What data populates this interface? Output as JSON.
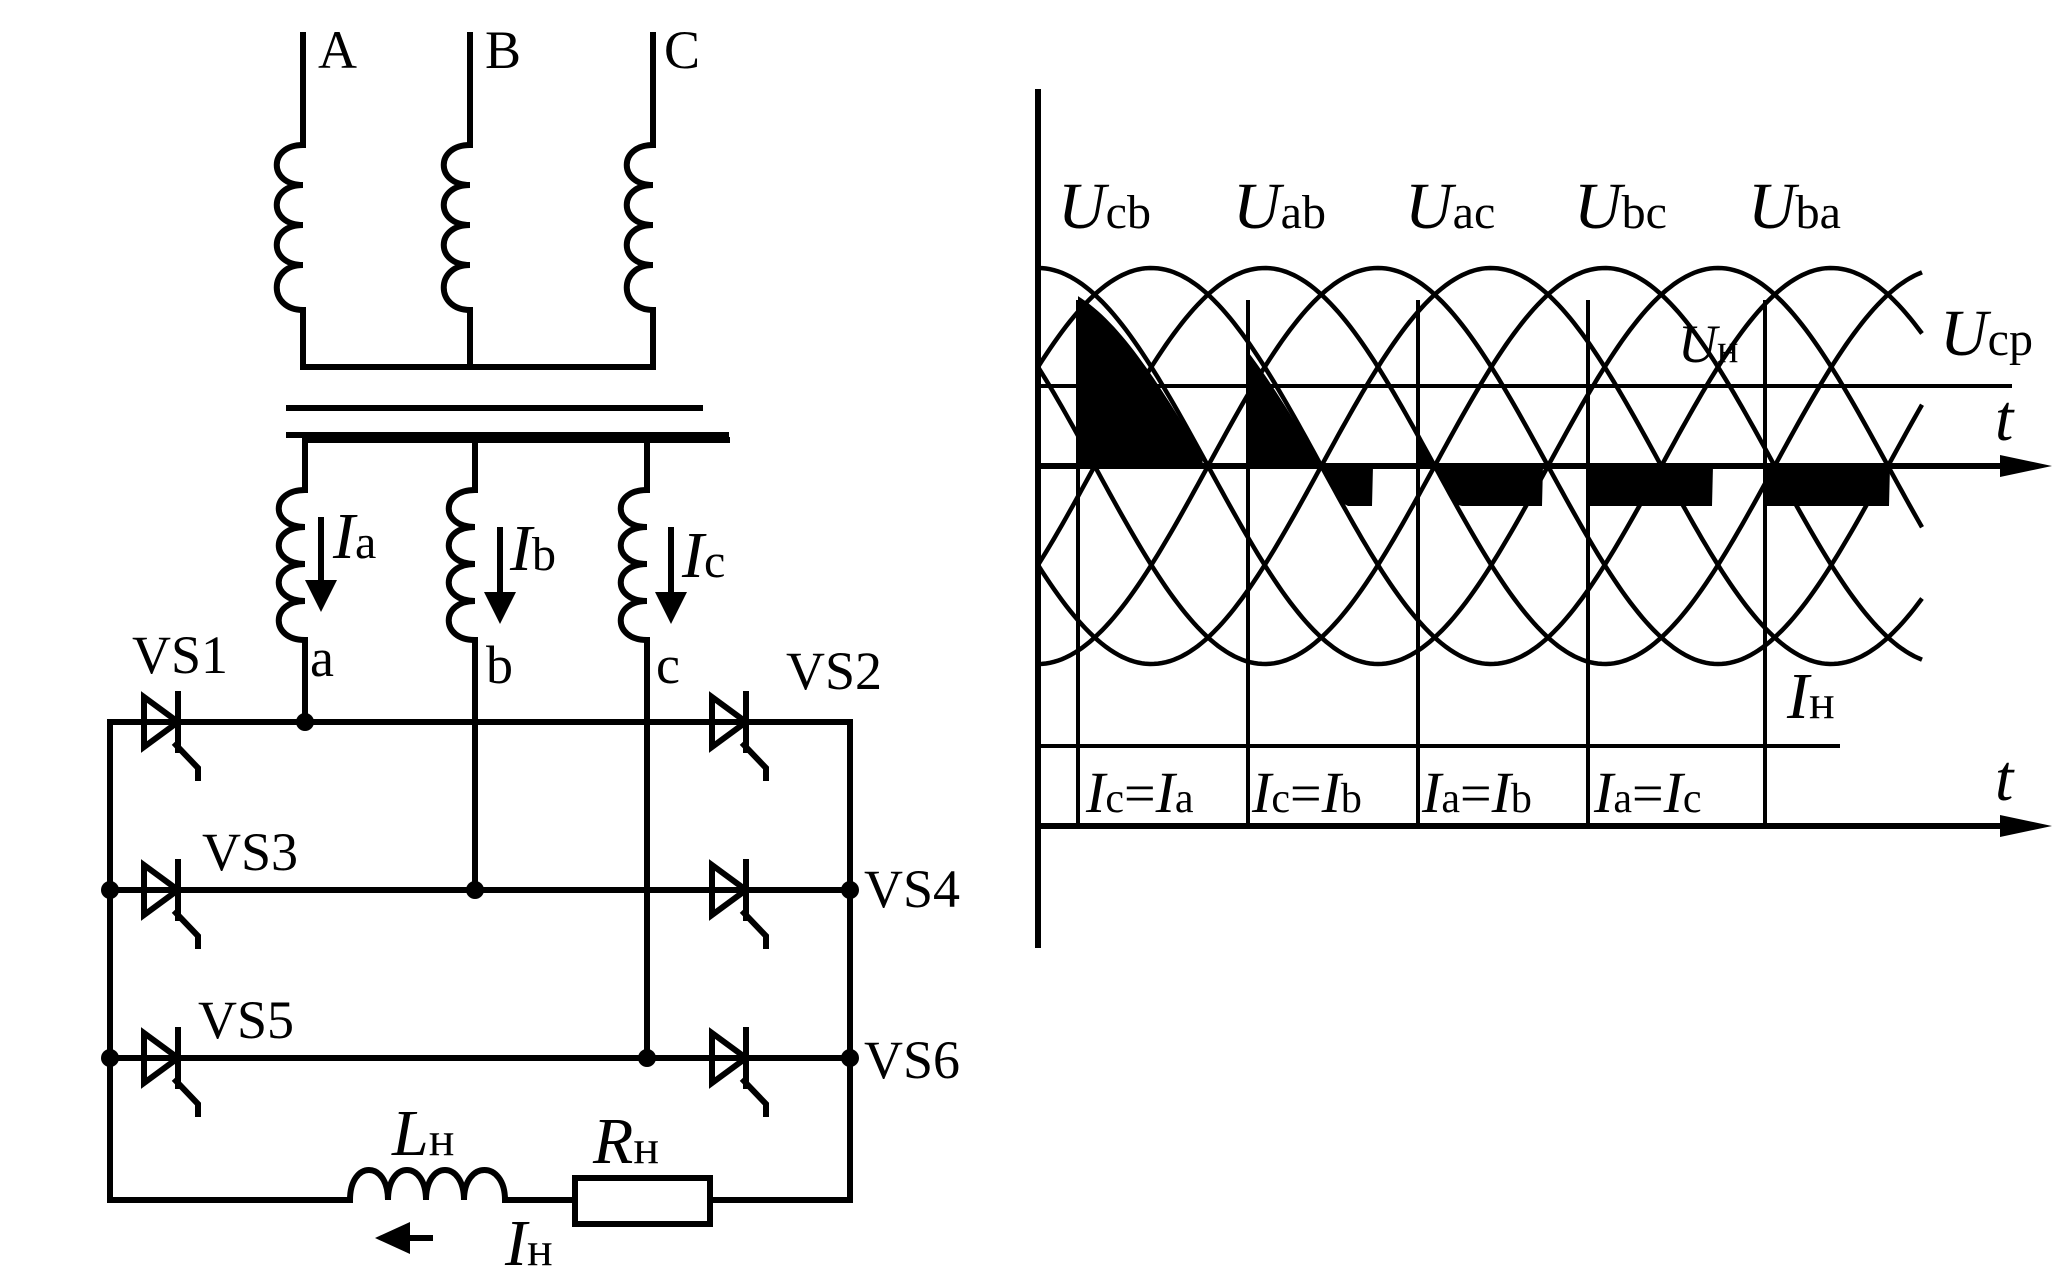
{
  "circuit": {
    "phases": [
      "A",
      "B",
      "C"
    ],
    "secondary": [
      "a",
      "b",
      "c"
    ],
    "currents": [
      {
        "sym": "I",
        "sub": "a"
      },
      {
        "sym": "I",
        "sub": "b"
      },
      {
        "sym": "I",
        "sub": "c"
      }
    ],
    "thyristors": [
      "VS1",
      "VS2",
      "VS3",
      "VS4",
      "VS5",
      "VS6"
    ],
    "inductor": {
      "sym": "L",
      "sub": "н"
    },
    "resistor": {
      "sym": "R",
      "sub": "н"
    },
    "load_current": {
      "sym": "I",
      "sub": "н"
    }
  },
  "waveforms": {
    "voltages": [
      {
        "sym": "U",
        "sub": "cb"
      },
      {
        "sym": "U",
        "sub": "ab"
      },
      {
        "sym": "U",
        "sub": "ac"
      },
      {
        "sym": "U",
        "sub": "bc"
      },
      {
        "sym": "U",
        "sub": "ba"
      }
    ],
    "avg_voltage": {
      "sym": "U",
      "sub": "ср"
    },
    "load_voltage": {
      "sym": "U",
      "sub": "н"
    },
    "load_current": {
      "sym": "I",
      "sub": "н"
    },
    "time_label": "t",
    "intervals": [
      {
        "l": "I",
        "ls": "c",
        "r": "I",
        "rs": "a"
      },
      {
        "l": "I",
        "ls": "c",
        "r": "I",
        "rs": "b"
      },
      {
        "l": "I",
        "ls": "a",
        "r": "I",
        "rs": "b"
      },
      {
        "l": "I",
        "ls": "a",
        "r": "I",
        "rs": "c"
      }
    ]
  }
}
